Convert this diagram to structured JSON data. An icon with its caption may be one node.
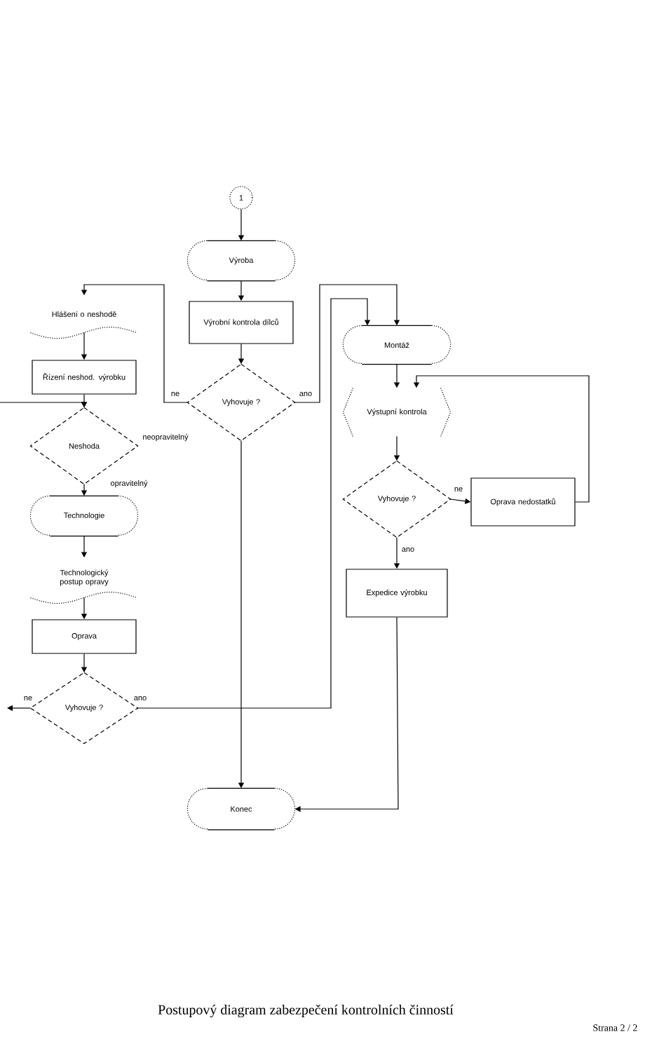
{
  "diagram": {
    "title": "Postupový diagram zabezpečení kontrolních činností",
    "nodes": [
      {
        "text": [
          "1"
        ]
      },
      {
        "text": [
          "Výroba"
        ]
      },
      {
        "text": [
          "Výrobní kontrola dílců"
        ]
      },
      {
        "text": [
          "Vyhovuje ?"
        ]
      },
      {
        "text": [
          "Hlášení o neshodě"
        ]
      },
      {
        "text": [
          "Řízení neshod. výrobku"
        ]
      },
      {
        "text": [
          "Neshoda"
        ]
      },
      {
        "text": [
          "Technologie"
        ]
      },
      {
        "text": [
          "Technologický postup opravy"
        ]
      },
      {
        "text": [
          "Oprava"
        ]
      },
      {
        "text": [
          "Vyhovuje ?"
        ]
      },
      {
        "text": [
          "Konec"
        ]
      },
      {
        "text": [
          "Montáž"
        ]
      },
      {
        "text": [
          "Výstupní kontrola"
        ]
      },
      {
        "text": [
          "Vyhovuje ?"
        ]
      },
      {
        "text": [
          "Oprava nedostatků"
        ]
      },
      {
        "text": [
          "Expedice výrobku"
        ]
      }
    ],
    "edges": [
      {
        "from": 0,
        "to": 1,
        "arrow": "to"
      },
      {
        "from": 1,
        "to": 2,
        "arrow": "to"
      },
      {
        "from": 2,
        "to": 3,
        "arrow": "to"
      },
      {
        "from": 3,
        "to": 4,
        "label": "ne",
        "arrow": "to"
      },
      {
        "from": 3,
        "to": 12,
        "label": "ano",
        "arrow": "to"
      },
      {
        "from": 3,
        "to": 11,
        "arrow": "to"
      },
      {
        "from": 4,
        "to": 5,
        "arrow": "to"
      },
      {
        "from": null,
        "to": 6,
        "arrow": "to"
      },
      {
        "from": 5,
        "to": 6,
        "arrow": "to"
      },
      {
        "from": 6,
        "to": 7,
        "label": "opravitelný",
        "arrow": "to"
      },
      {
        "from": 7,
        "to": 8,
        "arrow": "to"
      },
      {
        "from": 8,
        "to": 9,
        "arrow": "to"
      },
      {
        "from": 9,
        "to": 10,
        "arrow": "to"
      },
      {
        "from": 10,
        "to": null,
        "label": "ne",
        "arrow": "to"
      },
      {
        "from": 10,
        "to": 12,
        "label": "ano",
        "arrow": "to"
      },
      {
        "from": 12,
        "to": 13,
        "arrow": "to"
      },
      {
        "from": 13,
        "to": 14,
        "arrow": "to"
      },
      {
        "from": 14,
        "to": 15,
        "label": "ne",
        "arrow": "to"
      },
      {
        "from": 15,
        "to": 13,
        "arrow": "to"
      },
      {
        "from": 14,
        "to": 16,
        "label": "ano",
        "arrow": "to"
      },
      {
        "from": 16,
        "to": 11,
        "arrow": "to"
      }
    ],
    "labels": [
      "neopravitelný",
      "Strana 2 / 2"
    ]
  }
}
